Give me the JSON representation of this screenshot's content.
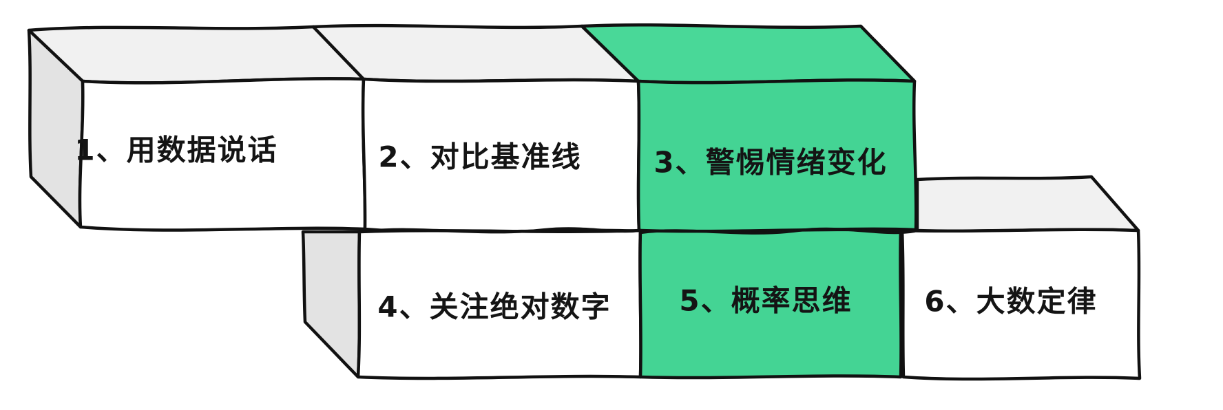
{
  "blocks": [
    {
      "label": "1、用数据说话",
      "highlighted": false
    },
    {
      "label": "2、对比基准线",
      "highlighted": false
    },
    {
      "label": "3、警惕情绪变化",
      "highlighted": true
    },
    {
      "label": "4、关注绝对数字",
      "highlighted": false
    },
    {
      "label": "5、概率思维",
      "highlighted": true
    },
    {
      "label": "6、大数定律",
      "highlighted": false
    }
  ],
  "colors": {
    "highlight_front": "#44d494",
    "highlight_top": "#49d898",
    "front_white": "#ffffff",
    "top_gray": "#f1f1f1",
    "side_gray": "#e3e3e3",
    "outline": "#111111",
    "text": "#141414"
  }
}
